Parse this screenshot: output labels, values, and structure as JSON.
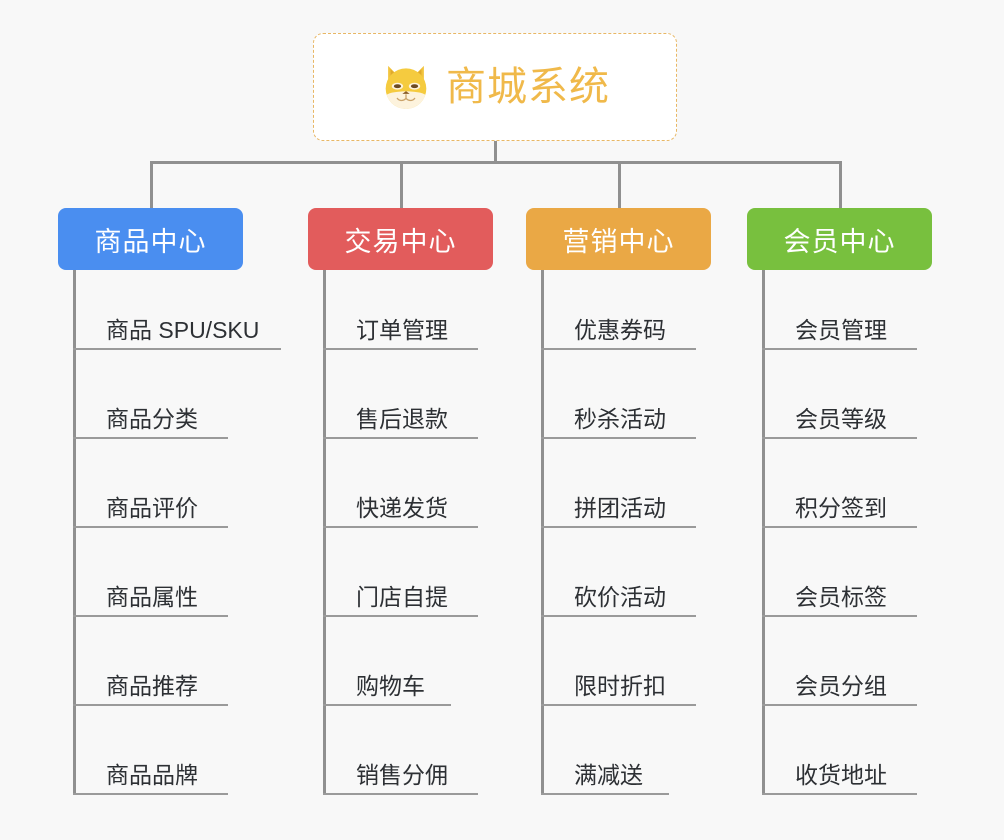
{
  "root": {
    "title": "商城系统",
    "icon": "shiba-inu-dog-face-icon",
    "border_color": "#e8b765",
    "text_color": "#f0b94a",
    "background": "#ffffff"
  },
  "canvas": {
    "background": "#f8f8f8",
    "connector_color": "#909090"
  },
  "columns": [
    {
      "header": "商品中心",
      "color": "#4a8ef0",
      "width": 185,
      "items": [
        {
          "label": "商品 SPU/SKU",
          "rule_width": 208
        },
        {
          "label": "商品分类",
          "rule_width": 155
        },
        {
          "label": "商品评价",
          "rule_width": 155
        },
        {
          "label": "商品属性",
          "rule_width": 155
        },
        {
          "label": "商品推荐",
          "rule_width": 155
        },
        {
          "label": "商品品牌",
          "rule_width": 155
        }
      ]
    },
    {
      "header": "交易中心",
      "color": "#e25c5c",
      "width": 185,
      "items": [
        {
          "label": "订单管理",
          "rule_width": 155
        },
        {
          "label": "售后退款",
          "rule_width": 155
        },
        {
          "label": "快递发货",
          "rule_width": 155
        },
        {
          "label": "门店自提",
          "rule_width": 155
        },
        {
          "label": "购物车",
          "rule_width": 128
        },
        {
          "label": "销售分佣",
          "rule_width": 155
        }
      ]
    },
    {
      "header": "营销中心",
      "color": "#eaa845",
      "width": 185,
      "items": [
        {
          "label": "优惠券码",
          "rule_width": 155
        },
        {
          "label": "秒杀活动",
          "rule_width": 155
        },
        {
          "label": "拼团活动",
          "rule_width": 155
        },
        {
          "label": "砍价活动",
          "rule_width": 155
        },
        {
          "label": "限时折扣",
          "rule_width": 155
        },
        {
          "label": "满减送",
          "rule_width": 128
        }
      ]
    },
    {
      "header": "会员中心",
      "color": "#78c03e",
      "width": 185,
      "items": [
        {
          "label": "会员管理",
          "rule_width": 155
        },
        {
          "label": "会员等级",
          "rule_width": 155
        },
        {
          "label": "积分签到",
          "rule_width": 155
        },
        {
          "label": "会员标签",
          "rule_width": 155
        },
        {
          "label": "会员分组",
          "rule_width": 155
        },
        {
          "label": "收货地址",
          "rule_width": 155
        }
      ]
    }
  ]
}
